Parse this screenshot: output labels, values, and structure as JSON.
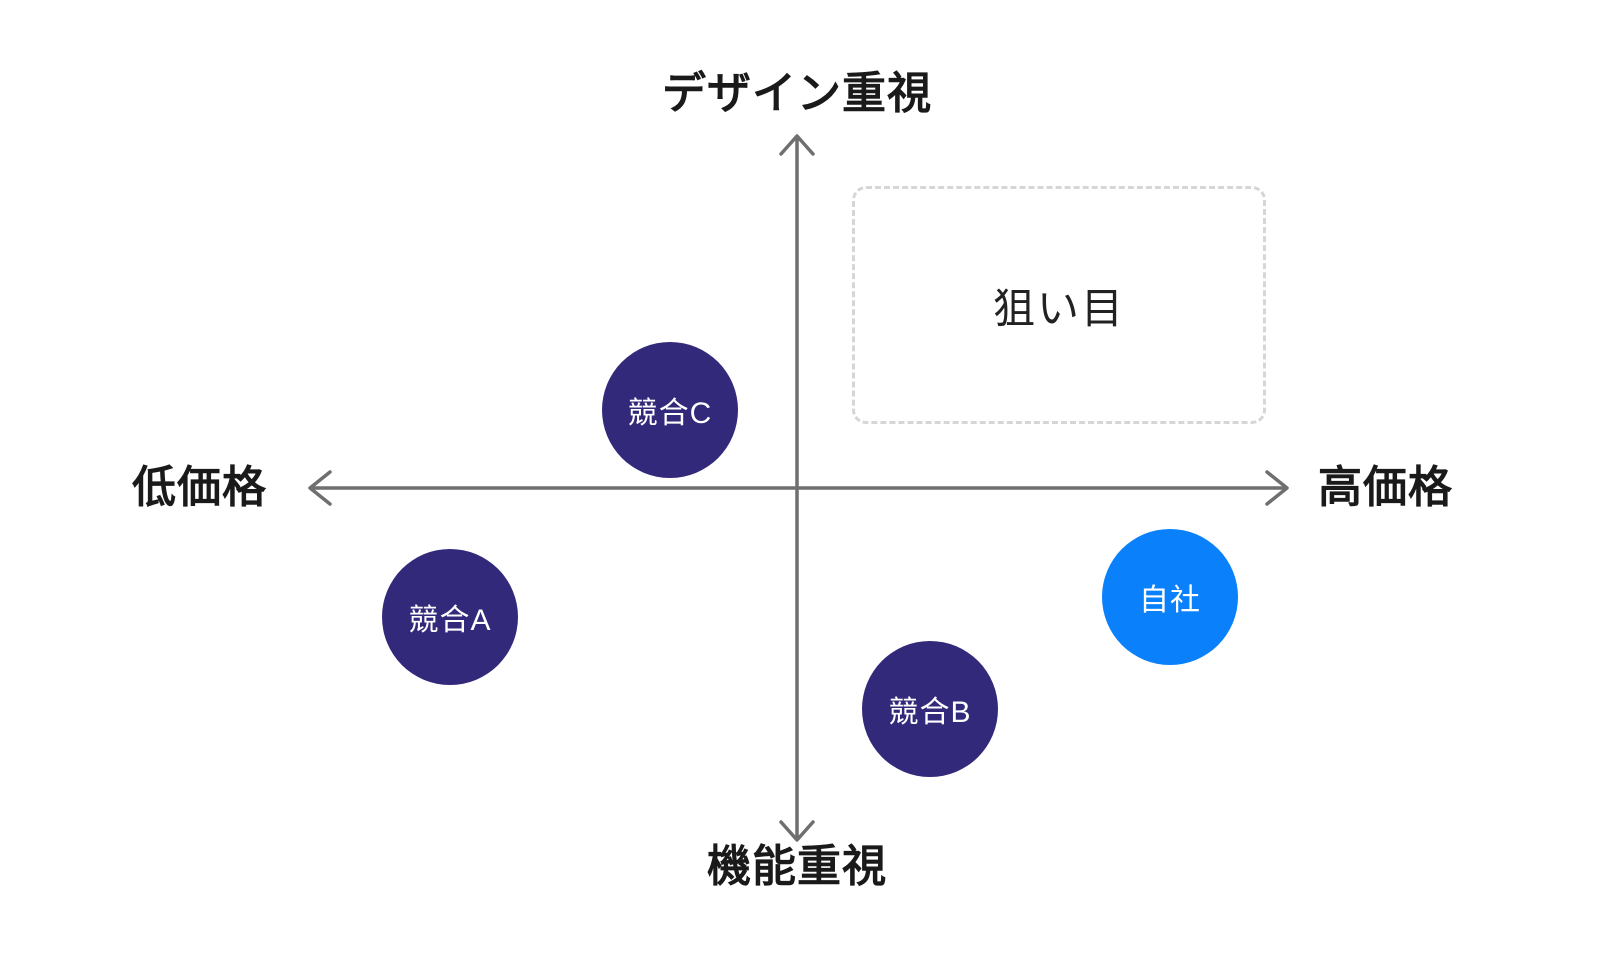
{
  "diagram_type": "positioning-map-2x2",
  "axes": {
    "top_label": "デザイン重視",
    "bottom_label": "機能重視",
    "left_label": "低価格",
    "right_label": "高価格",
    "line_color": "#6f6f6f",
    "label_color": "#1a1a1a"
  },
  "target_zone": {
    "label": "狙い目",
    "border_color": "#d6d6d6",
    "text_color": "#222222",
    "quadrant": "upper-right"
  },
  "points": [
    {
      "id": "competitor-c",
      "label": "競合C",
      "color": "#32297b",
      "text_color": "#ffffff",
      "quadrant": "upper-left"
    },
    {
      "id": "competitor-a",
      "label": "競合A",
      "color": "#32297b",
      "text_color": "#ffffff",
      "quadrant": "lower-left"
    },
    {
      "id": "competitor-b",
      "label": "競合B",
      "color": "#32297b",
      "text_color": "#ffffff",
      "quadrant": "lower-right-near-center"
    },
    {
      "id": "own-company",
      "label": "自社",
      "color": "#0a80fb",
      "text_color": "#ffffff",
      "quadrant": "lower-right"
    }
  ]
}
